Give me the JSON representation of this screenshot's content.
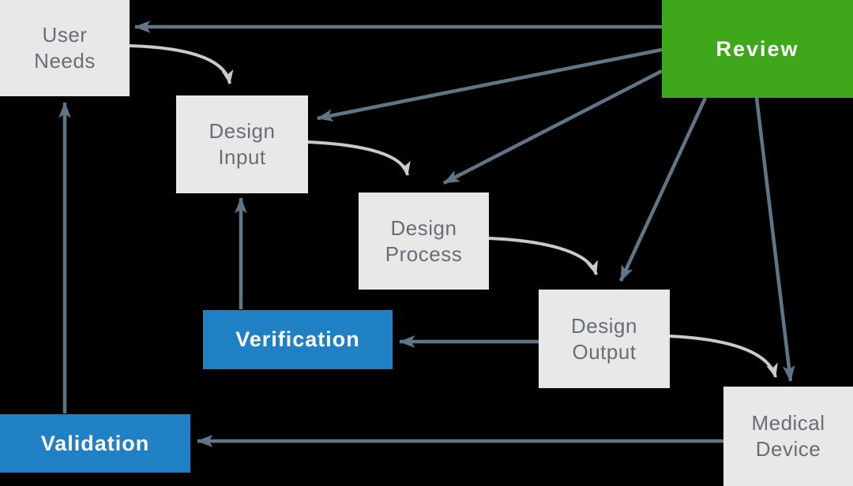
{
  "diagram": {
    "kind": "design-controls-waterfall-flowchart",
    "background": "#000000"
  },
  "colors": {
    "stage_box_fill": "#e8e8e9",
    "stage_box_text": "#696e74",
    "review_fill": "#3ea71a",
    "phase_fill": "#1f80c3",
    "phase_text": "#ffffff",
    "control_arrow": "#5e7687",
    "flow_arrow": "#c8cbd0"
  },
  "nodes": {
    "user_needs": {
      "line1": "User",
      "line2": "Needs"
    },
    "design_input": {
      "line1": "Design",
      "line2": "Input"
    },
    "design_process": {
      "line1": "Design",
      "line2": "Process"
    },
    "design_output": {
      "line1": "Design",
      "line2": "Output"
    },
    "medical_device": {
      "line1": "Medical",
      "line2": "Device"
    },
    "review": {
      "label": "Review"
    },
    "verification": {
      "label": "Verification"
    },
    "validation": {
      "label": "Validation"
    }
  },
  "edges": [
    {
      "from": "user_needs",
      "to": "design_input",
      "type": "flow"
    },
    {
      "from": "design_input",
      "to": "design_process",
      "type": "flow"
    },
    {
      "from": "design_process",
      "to": "design_output",
      "type": "flow"
    },
    {
      "from": "design_output",
      "to": "medical_device",
      "type": "flow"
    },
    {
      "from": "review",
      "to": "user_needs",
      "type": "control"
    },
    {
      "from": "review",
      "to": "design_input",
      "type": "control"
    },
    {
      "from": "review",
      "to": "design_process",
      "type": "control"
    },
    {
      "from": "review",
      "to": "design_output",
      "type": "control"
    },
    {
      "from": "review",
      "to": "medical_device",
      "type": "control"
    },
    {
      "from": "design_output",
      "to": "verification",
      "type": "control"
    },
    {
      "from": "verification",
      "to": "design_input",
      "type": "control"
    },
    {
      "from": "medical_device",
      "to": "validation",
      "type": "control"
    },
    {
      "from": "validation",
      "to": "user_needs",
      "type": "control"
    }
  ]
}
